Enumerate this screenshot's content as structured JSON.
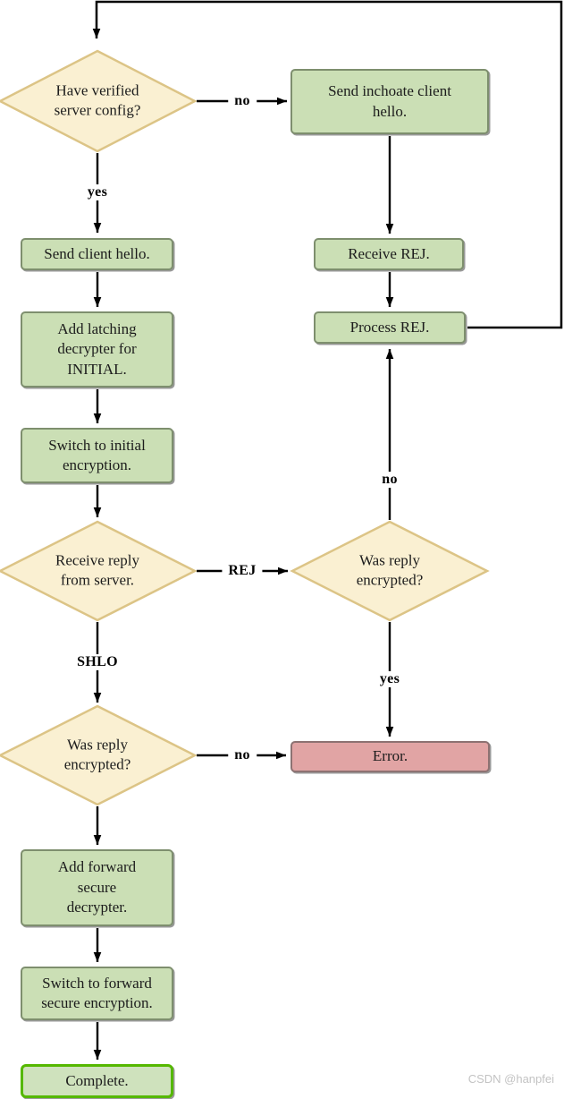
{
  "nodes": {
    "have_verified": "Have verified\nserver config?",
    "send_inchoate": "Send inchoate client\nhello.",
    "send_client_hello": "Send client hello.",
    "receive_rej": "Receive REJ.",
    "process_rej": "Process REJ.",
    "add_latching": "Add latching\ndecrypter for\nINITIAL.",
    "switch_initial": "Switch to initial\nencryption.",
    "receive_reply": "Receive reply\nfrom server.",
    "was_encrypted_left": "Was reply\nencrypted?",
    "was_encrypted_right": "Was reply\nencrypted?",
    "error": "Error.",
    "add_forward": "Add forward\nsecure\ndecrypter.",
    "switch_forward": "Switch to forward\nsecure encryption.",
    "complete": "Complete."
  },
  "edge_labels": {
    "verified_no": "no",
    "verified_yes": "yes",
    "reply_rej": "REJ",
    "reply_shlo": "SHLO",
    "left_encrypted_no": "no",
    "right_encrypted_no": "no",
    "right_encrypted_yes": "yes"
  },
  "watermark": "CSDN @hanpfei",
  "colors": {
    "process_box_fill": "#cbdfb5",
    "process_box_border": "#7e8f6e",
    "decision_fill": "#faf0d2",
    "decision_border": "#dcc486",
    "error_fill": "#e1a4a4",
    "error_border": "#8d7272",
    "complete_border": "#55b800",
    "connector": "#000000",
    "watermark_text": "#c3c3c3"
  }
}
